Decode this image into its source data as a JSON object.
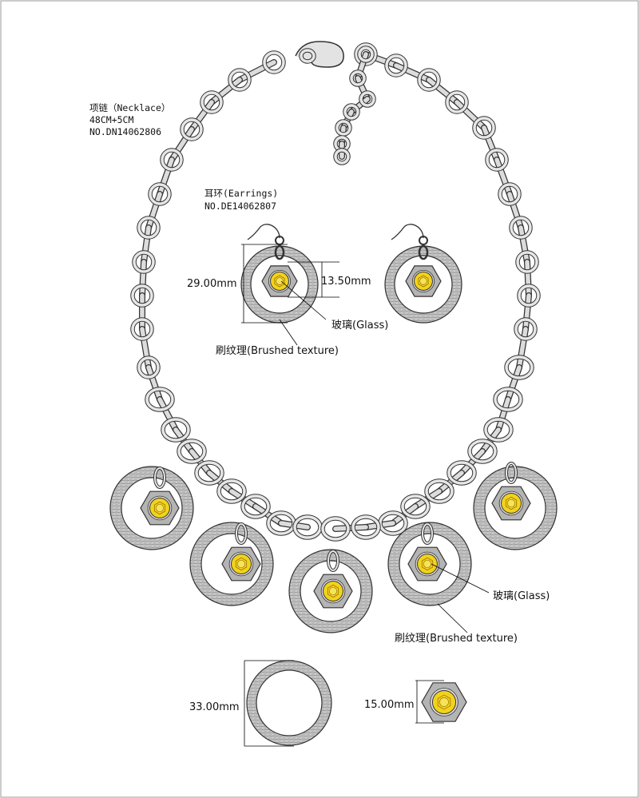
{
  "necklace": {
    "title": "项链（Necklace）",
    "length": "48CM+5CM",
    "number": "NO.DN14062806"
  },
  "earrings": {
    "title": "耳环(Earrings)",
    "number": "NO.DE14062807"
  },
  "labels": {
    "glass": "玻璃(Glass)",
    "brushed": "刷纹理(Brushed texture)"
  },
  "dimensions": {
    "earring_height": "29.00mm",
    "earring_hex": "13.50mm",
    "ring_diameter": "33.00mm",
    "hex_width": "15.00mm"
  },
  "colors": {
    "gem": "#f2d21c",
    "metal": "#b4b4b4",
    "link": "#e6e6e6",
    "outline": "#333333"
  }
}
